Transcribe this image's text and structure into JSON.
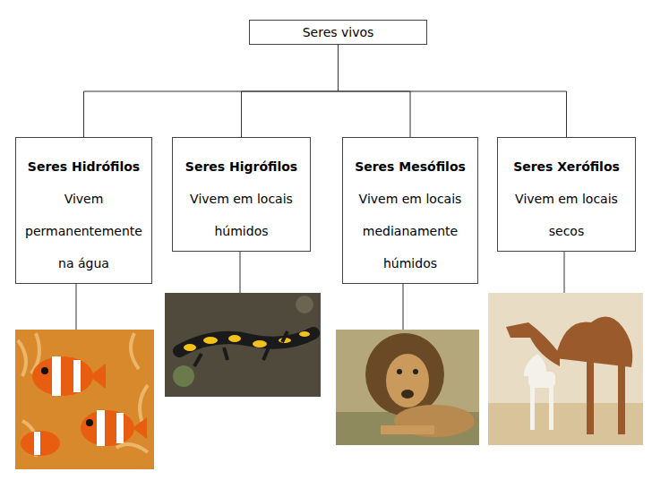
{
  "diagram": {
    "nodes": [
      {
        "text": [
          "Seres vivos"
        ]
      },
      {
        "text": [
          "Seres Hidrófilos",
          "Vivem permanentemente na água"
        ]
      },
      {
        "text": [
          "Seres Higrófilos",
          "Vivem em locais húmidos"
        ]
      },
      {
        "text": [
          "Seres Mesófilos",
          "Vivem em locais medianamente húmidos"
        ]
      },
      {
        "text": [
          "Seres Xerófilos",
          "Vivem em locais secos"
        ]
      }
    ],
    "edges": [
      {
        "from": 0,
        "to": 1,
        "arrow": "none"
      },
      {
        "from": 0,
        "to": 2,
        "arrow": "none"
      },
      {
        "from": 0,
        "to": 3,
        "arrow": "none"
      },
      {
        "from": 0,
        "to": 4,
        "arrow": "none"
      }
    ]
  }
}
